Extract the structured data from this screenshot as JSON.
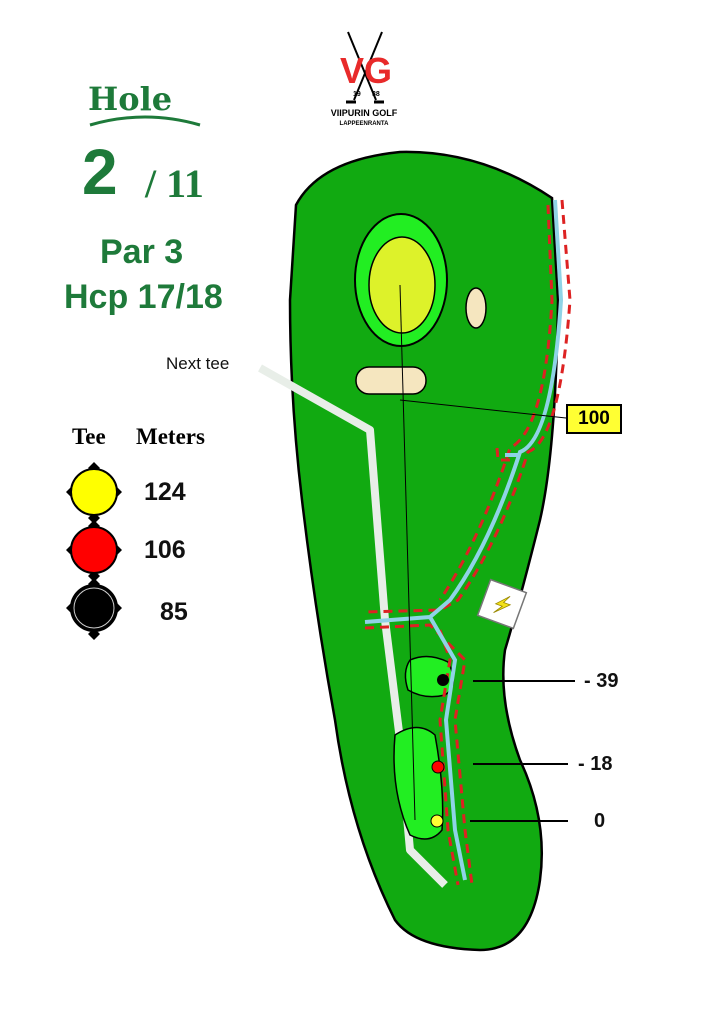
{
  "header": {
    "hole_label": "Hole",
    "hole_number": "2",
    "hole_total": "/ 11",
    "par": "Par 3",
    "hcp": "Hcp 17/18"
  },
  "logo": {
    "initials": "VG",
    "year_left": "19",
    "year_right": "38",
    "name": "VIIPURIN GOLF",
    "city": "LAPPEENRANTA"
  },
  "tee_table": {
    "col_tee": "Tee",
    "col_meters": "Meters",
    "rows": [
      {
        "color": "#ffff00",
        "meters": "124"
      },
      {
        "color": "#ff0000",
        "meters": "106"
      },
      {
        "color": "#000000",
        "meters": "85"
      }
    ]
  },
  "map": {
    "next_tee_label": "Next tee",
    "distance_marker": "100",
    "tee_markers": [
      "- 39",
      "- 18",
      "0"
    ],
    "colors": {
      "fairway": "#11aa11",
      "tee": "#22ee22",
      "green": "#ddf22a",
      "fringe": "#22ee22",
      "bunker": "#f5e6bf",
      "stream": "#8fd3e6",
      "hazard": "#dd2222",
      "path": "#e8eee8"
    }
  }
}
